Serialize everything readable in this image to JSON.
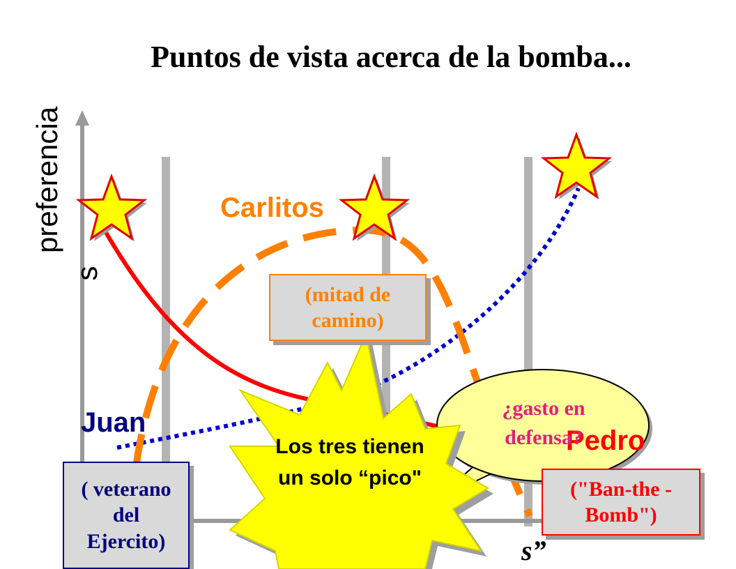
{
  "title": "Puntos de vista acerca de la bomba...",
  "y_axis_label_line1": "preferencia",
  "y_axis_label_line2": "s",
  "x_axis_label": "s”",
  "people": {
    "carlitos": "Carlitos",
    "juan": "Juan",
    "pedro": "Pedro"
  },
  "boxes": {
    "middle": {
      "lines": [
        "(mitad de",
        "camino)"
      ]
    },
    "veteran": {
      "lines": [
        "( veterano",
        "del",
        "Ejercito)"
      ]
    },
    "ban": {
      "lines": [
        "(\"Ban-the -",
        "Bomb\")"
      ]
    }
  },
  "bubble_text": [
    "¿gasto en",
    "defensa?"
  ],
  "burst_text": [
    "Los tres tienen",
    "un solo “pico\""
  ],
  "colors": {
    "carlitos": "#ff8000",
    "juan": "#0000cc",
    "juan_label": "#000080",
    "pedro": "#ff0000",
    "star_fill": "#ffff00",
    "bubble_text": "#e0207a",
    "box_fill": "#d9d9d9",
    "bubble_fill": "#ffff99",
    "gridline": "#b3b3b3"
  }
}
